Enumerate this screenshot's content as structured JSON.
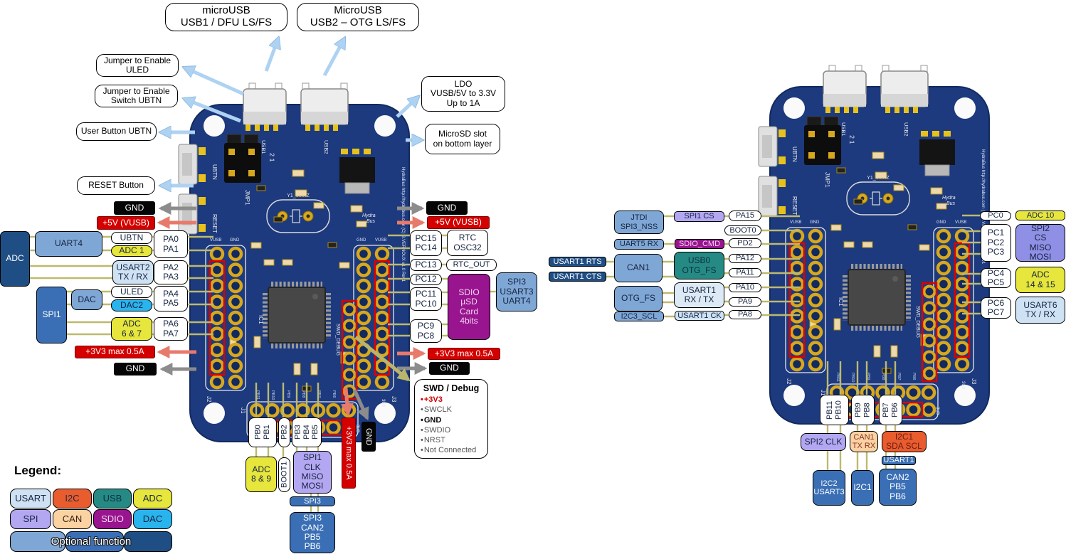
{
  "colors": {
    "usart": "#cfe2f4",
    "i2c": "#e85c2e",
    "usb": "#258a84",
    "adc": "#e6e63c",
    "spi": "#b3a7f2",
    "can": "#fbd2a2",
    "sdio": "#99148f",
    "dac": "#29b4ee",
    "optional_light": "#7fa7d6",
    "optional_mid": "#3a6fb5",
    "optional_dark": "#1f4e84",
    "power_red": "#d40000",
    "gnd_black": "#050505",
    "wire": "#bdb96e",
    "pcb": "#1d3a7e"
  },
  "left": {
    "top_labels": {
      "usb1": "microUSB\nUSB1 / DFU LS/FS",
      "usb2": "MicroUSB\nUSB2 – OTG LS/FS"
    },
    "callouts": {
      "uled_jumper": "Jumper to Enable\nULED",
      "ubtn_jumper": "Jumper to Enable\nSwitch UBTN",
      "user_button": "User Button UBTN",
      "reset_button": "RESET Button",
      "ldo": "LDO\nVUSB/5V to 3.3V\nUp to 1A",
      "microsd": "MicroSD slot\non bottom layer"
    },
    "west": {
      "gnd_top": "GND",
      "v5": "+5V (VUSB)",
      "adc": "ADC",
      "uart4": "UART4",
      "ubtn": "UBTN",
      "adc1": "ADC 1",
      "pa0_pa1": "PA0\nPA1",
      "usart2": "USART2\nTX / RX",
      "pa2_pa3": "PA2\nPA3",
      "spi1": "SPI1",
      "dac": "DAC",
      "uled": "ULED",
      "dac2": "DAC2",
      "pa4_pa5": "PA4\nPA5",
      "adc67": "ADC\n6 & 7",
      "pa6_pa7": "PA6\nPA7",
      "v33": "+3V3 max 0.5A",
      "gnd_bottom": "GND"
    },
    "east": {
      "gnd_top": "GND",
      "v5": "+5V (VUSB)",
      "pc15_pc14": "PC15\nPC14",
      "rtc": "RTC\nOSC32",
      "pc13": "PC13",
      "rtc_out": "RTC_OUT",
      "pc12": "PC12",
      "pc11_pc10": "PC11\nPC10",
      "sdio": "SDIO\nµSD\nCard\n4bits",
      "spi3": "SPI3\nUSART3\nUART4",
      "pc9_pc8": "PC9\nPC8",
      "v33": "+3V3 max 0.5A",
      "gnd_bottom": "GND"
    },
    "south": {
      "pb0_pb1": "PB0\nPB1",
      "pb2": "PB2",
      "pb3_pb4_pb5": "PB3\nPB4\nPB5",
      "adc89": "ADC\n8 & 9",
      "boot1": "BOOT1",
      "spi1": "SPI1\nCLK\nMISO\nMOSI",
      "spi3_bar": "SPI3",
      "spi3_can2": "SPI3\nCAN2\nPB5\nPB6",
      "v33": "+3V3 max 0.5A",
      "gnd": "GND"
    },
    "swd": {
      "title": "SWD / Debug",
      "pins": [
        "+3V3",
        "SWCLK",
        "GND",
        "SWDIO",
        "NRST",
        "Not Connected"
      ]
    }
  },
  "right": {
    "west": {
      "jtdi": "JTDI\nSPI3_NSS",
      "spi1_cs": "SPI1 CS",
      "pa15": "PA15",
      "boot0": "BOOT0",
      "uart5_rx": "UART5 RX",
      "sdio_cmd": "SDIO_CMD",
      "pd2": "PD2",
      "usart1_rts": "USART1 RTS",
      "usart1_cts": "USART1 CTS",
      "can1": "CAN1",
      "usb0": "USB0\nOTG_FS",
      "pa12": "PA12",
      "pa11": "PA11",
      "otg_fs": "OTG_FS",
      "usart1_rxtx": "USART1\nRX / TX",
      "pa10": "PA10",
      "pa9": "PA9",
      "i2c3_scl": "I2C3_SCL",
      "usart1_ck": "USART1 CK",
      "pa8": "PA8"
    },
    "east": {
      "pc0": "PC0",
      "adc10": "ADC 10",
      "pc123": "PC1\nPC2\nPC3",
      "spi2": "SPI2\nCS\nMISO\nMOSI",
      "pc4_pc5": "PC4\nPC5",
      "adc1415": "ADC\n14 & 15",
      "pc6_pc7": "PC6\nPC7",
      "usart6": "USART6\nTX / RX"
    },
    "south": {
      "pb11_pb10": "PB11\nPB10",
      "pb9_pb8": "PB9\nPB8",
      "pb7_pb6": "PB7\nPB6",
      "spi2_clk": "SPI2 CLK",
      "can1_txrx": "CAN1\nTX RX",
      "i2c1_sdascl": "I2C1\nSDA SCL",
      "usart1": "USART1",
      "i2c2_usart3": "I2C2\nUSART3",
      "i2c1": "I2C1",
      "can2": "CAN2\nPB5\nPB6"
    }
  },
  "legend": {
    "title": "Legend:",
    "row1": [
      "USART",
      "I2C",
      "USB",
      "ADC"
    ],
    "row2": [
      "SPI",
      "CAN",
      "SDIO",
      "DAC"
    ],
    "optional": "Optional function"
  },
  "board": {
    "usb1": "USB1",
    "usb2": "USB2",
    "jmp1": "JMP1",
    "jmp_nums": "2 1",
    "ubtn": "UBTN",
    "reset": "RESET",
    "vusb": "VUSB",
    "gnd": "GND",
    "v3": "3U3",
    "crystal": "Y1_8MHZ",
    "ic1": "IC1",
    "j1": "J1",
    "j2": "J2",
    "j3": "J3",
    "swd": "SWD_DEBUG",
    "logo_a": "Hydra",
    "logo_b": "Bus",
    "url": "HydraBus http://hydrabus.com (C) B.VERNOUX v1.0 Rev1",
    "pb_top": [
      "PB11",
      "PB10",
      "PB9",
      "PB8",
      "PB7",
      "PB6"
    ]
  }
}
